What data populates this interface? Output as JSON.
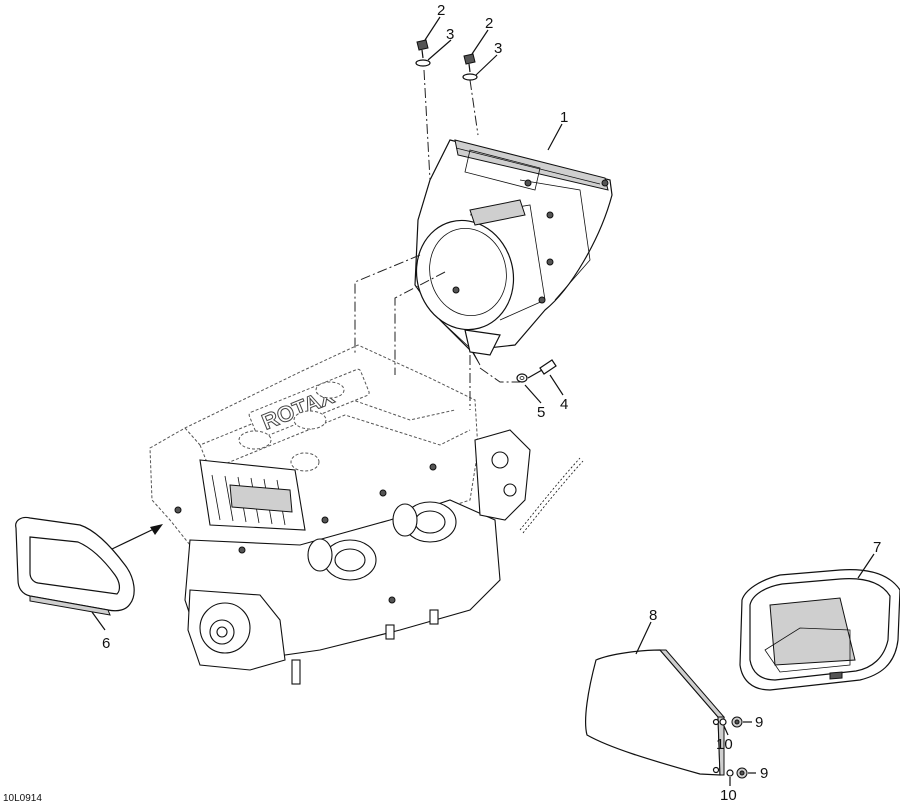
{
  "reference_code": "10L0914",
  "callouts": {
    "c1": "1",
    "c2a": "2",
    "c2b": "2",
    "c3a": "3",
    "c3b": "3",
    "c4": "4",
    "c5": "5",
    "c6": "6",
    "c7": "7",
    "c8": "8",
    "c9a": "9",
    "c9b": "9",
    "c10a": "10",
    "c10b": "10"
  },
  "engine_logo": "ROTAX",
  "colors": {
    "line": "#111111",
    "fill": "#ffffff",
    "shade": "#cfcfcf"
  }
}
